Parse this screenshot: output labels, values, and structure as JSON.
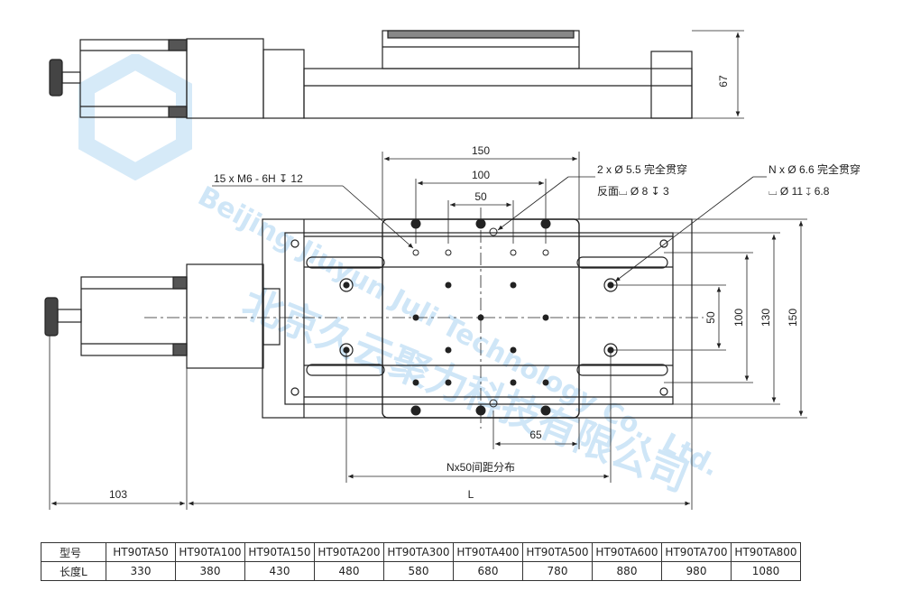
{
  "watermark": {
    "company_cn": "北京久云聚力科技有限公司",
    "company_en": "Beijing Jiuyun Juli Technology Co., Ltd."
  },
  "side_view": {
    "height_label": "67"
  },
  "top_view": {
    "dim_150_top": "150",
    "dim_100_top": "100",
    "dim_50_top": "50",
    "thread_note": "15 x  M6 - 6H ↧ 12",
    "hole_note_line1": "2 x  Ø 5.5 完全贯穿",
    "hole_note_line2": "反面⌴ Ø 8 ↧ 3",
    "mount_note_line1": "N x  Ø 6.6 完全贯穿",
    "mount_note_line2": "⌴ Ø 11 ↧ 6.8",
    "dim_50_right": "50",
    "dim_100_right": "100",
    "dim_130_right": "130",
    "dim_150_right": "150",
    "dim_65": "65",
    "spacing_label": "Nx50间距分布",
    "dim_103": "103",
    "dim_L": "L"
  },
  "spec_table": {
    "row1_header": "型号",
    "row2_header": "长度L",
    "models": [
      "HT90TA50",
      "HT90TA100",
      "HT90TA150",
      "HT90TA200",
      "HT90TA300",
      "HT90TA400",
      "HT90TA500",
      "HT90TA600",
      "HT90TA700",
      "HT90TA800"
    ],
    "lengths": [
      "330",
      "380",
      "430",
      "480",
      "580",
      "680",
      "780",
      "880",
      "980",
      "1080"
    ]
  }
}
